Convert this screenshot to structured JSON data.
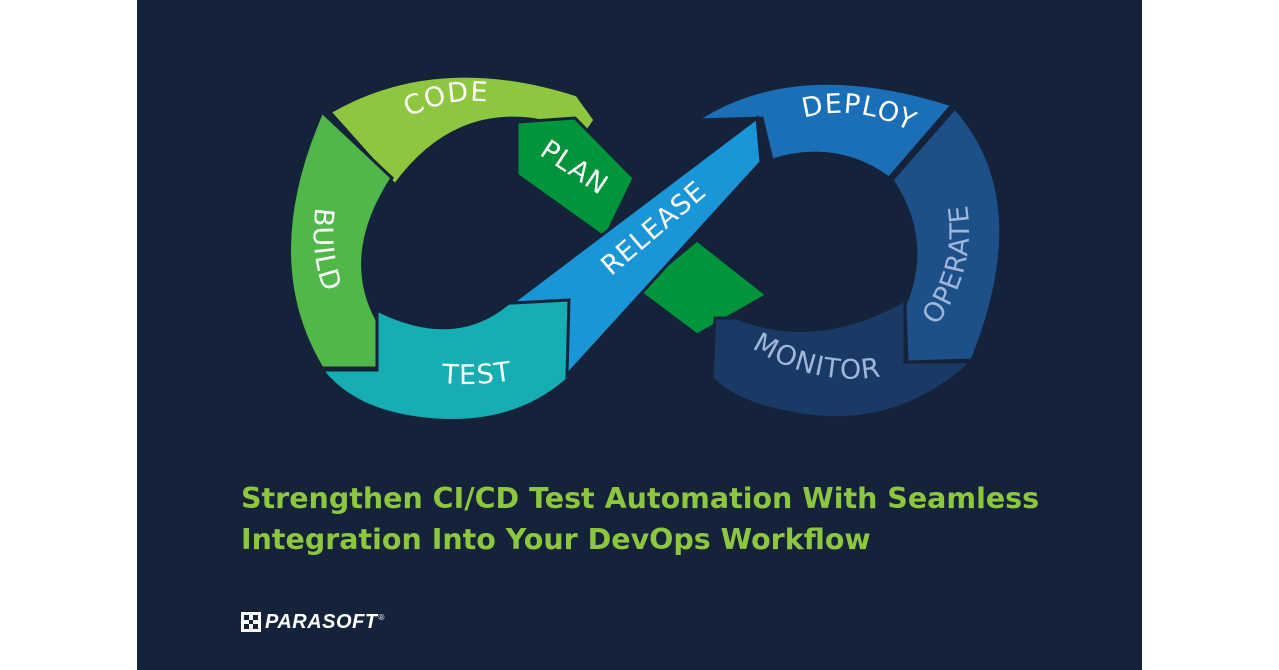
{
  "diagram": {
    "stages": {
      "code": "CODE",
      "plan": "PLAN",
      "build": "BUILD",
      "test": "TEST",
      "release": "RELEASE",
      "deploy": "DEPLOY",
      "operate": "OPERATE",
      "monitor": "MONITOR"
    },
    "colors": {
      "background": "#15233a",
      "code": "#8dc63f",
      "plan": "#00953a",
      "build": "#4fb848",
      "test": "#16aeb2",
      "release": "#1a96d8",
      "deploy": "#1b6fb6",
      "operate": "#1d4f89",
      "monitor": "#1a3a66",
      "headline": "#8dc63f"
    }
  },
  "headline": {
    "line1": "Strengthen CI/CD Test Automation With Seamless",
    "line2": "Integration Into Your DevOps Workflow"
  },
  "brand": {
    "name": "PARASOFT",
    "registered": "®",
    "logo_icon": "parasoft-logo-icon"
  }
}
